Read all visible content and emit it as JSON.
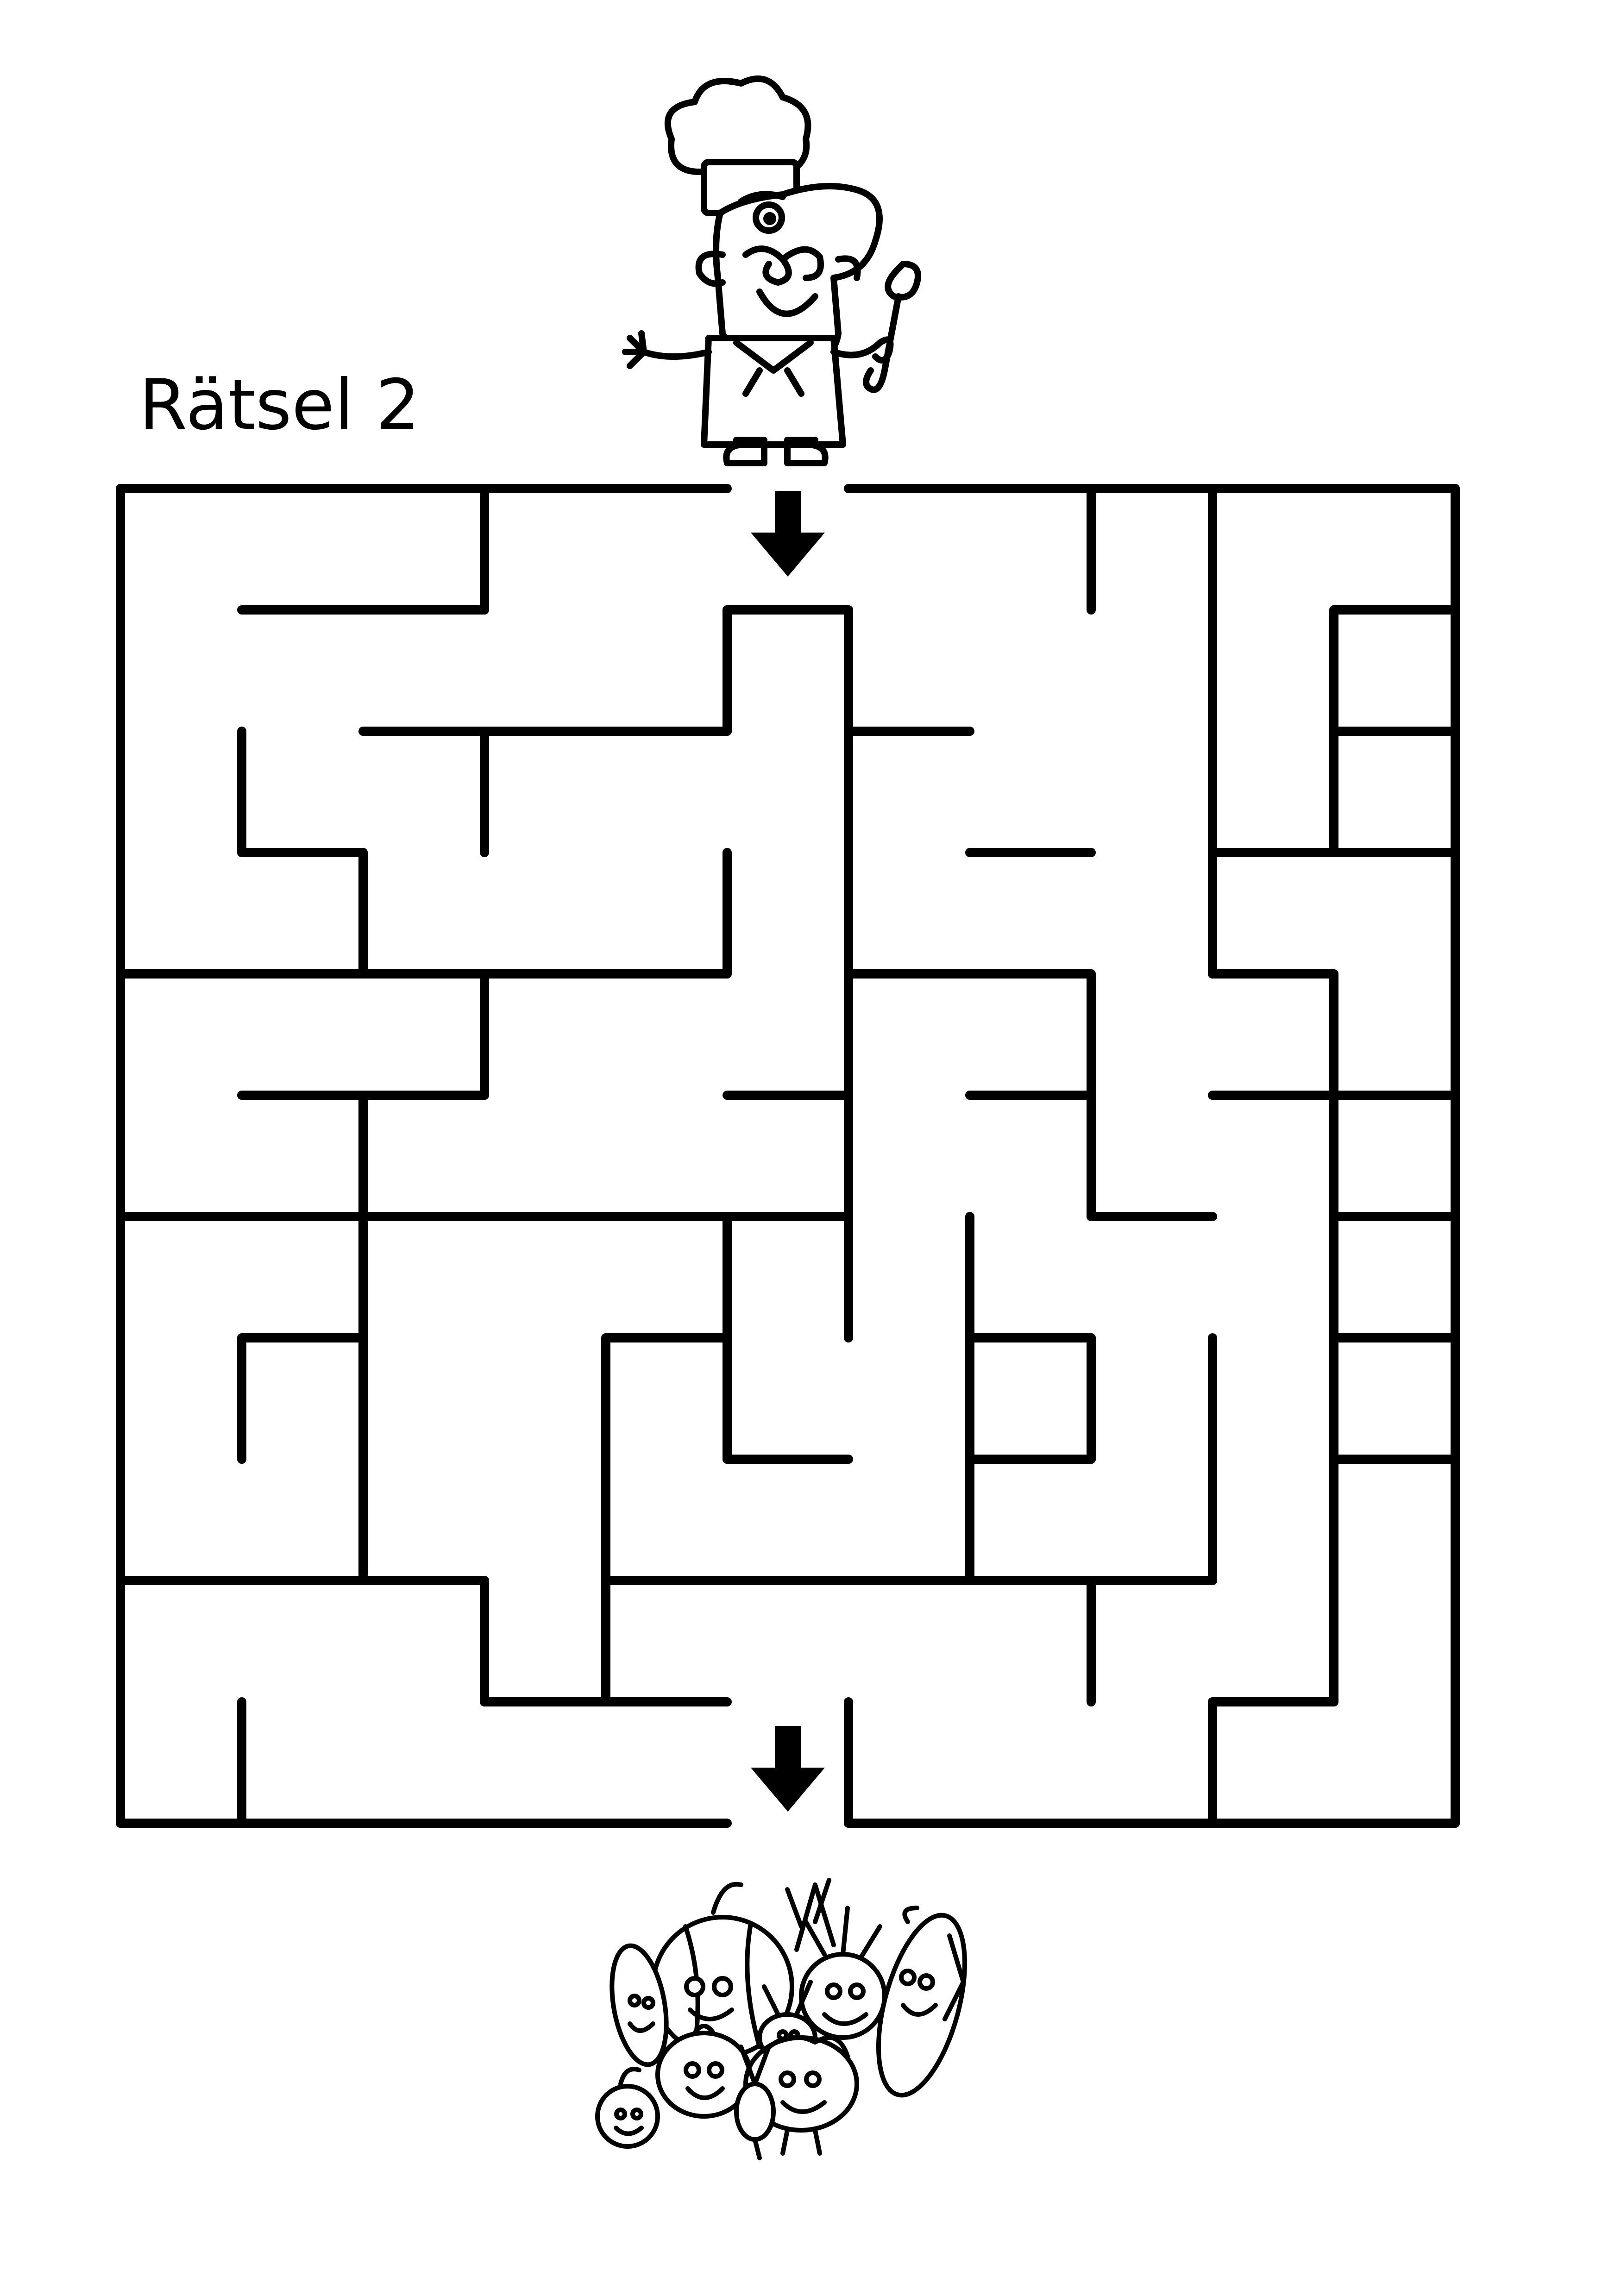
{
  "worksheet": {
    "title": "Rätsel 2"
  },
  "maze": {
    "grid": {
      "cols": 11,
      "rows": 11
    },
    "wall_color": "#000000",
    "entrance": {
      "side": "top",
      "cell": 5,
      "marker": "down-arrow-icon"
    },
    "exit": {
      "side": "bottom",
      "cell": 5,
      "marker": "down-arrow-icon"
    },
    "walls": [
      [
        0,
        0,
        5,
        0
      ],
      [
        6,
        0,
        11,
        0
      ],
      [
        0,
        0,
        0,
        11
      ],
      [
        11,
        0,
        11,
        11
      ],
      [
        0,
        11,
        5,
        11
      ],
      [
        6,
        11,
        11,
        11
      ],
      [
        3,
        0,
        3,
        1
      ],
      [
        1,
        1,
        3,
        1
      ],
      [
        5,
        1,
        6,
        1
      ],
      [
        6,
        1,
        6,
        4
      ],
      [
        5,
        1,
        5,
        2
      ],
      [
        8,
        0,
        8,
        1
      ],
      [
        9,
        0,
        9,
        4
      ],
      [
        10,
        1,
        11,
        1
      ],
      [
        10,
        2,
        11,
        2
      ],
      [
        2,
        2,
        5,
        2
      ],
      [
        3,
        2,
        3,
        3
      ],
      [
        6,
        2,
        7,
        2
      ],
      [
        1,
        2,
        1,
        3
      ],
      [
        1,
        3,
        2,
        3
      ],
      [
        2,
        3,
        2,
        4
      ],
      [
        0,
        4,
        5,
        4
      ],
      [
        5,
        3,
        5,
        4
      ],
      [
        6,
        3,
        6,
        4
      ],
      [
        7,
        3,
        8,
        3
      ],
      [
        10,
        1,
        10,
        3
      ],
      [
        10,
        3,
        11,
        3
      ],
      [
        11,
        3,
        11,
        8
      ],
      [
        9,
        3,
        10,
        3
      ],
      [
        9,
        4,
        10,
        4
      ],
      [
        3,
        4,
        3,
        5
      ],
      [
        6,
        4,
        8,
        4
      ],
      [
        8,
        4,
        8,
        6
      ],
      [
        1,
        5,
        3,
        5
      ],
      [
        5,
        5,
        6,
        5
      ],
      [
        7,
        5,
        8,
        5
      ],
      [
        2,
        5,
        2,
        9
      ],
      [
        6,
        4,
        6,
        7
      ],
      [
        9,
        5,
        11,
        5
      ],
      [
        10,
        4,
        10,
        5
      ],
      [
        8,
        6,
        9,
        6
      ],
      [
        0,
        6,
        2,
        6
      ],
      [
        2,
        6,
        6,
        6
      ],
      [
        10,
        6,
        11,
        6
      ],
      [
        7,
        6,
        7,
        8
      ],
      [
        10,
        5,
        10,
        9
      ],
      [
        10,
        7,
        11,
        7
      ],
      [
        1,
        7,
        2,
        7
      ],
      [
        1,
        7,
        1,
        8
      ],
      [
        4,
        7,
        5,
        7
      ],
      [
        5,
        6,
        5,
        8
      ],
      [
        4,
        7,
        4,
        9
      ],
      [
        7,
        7,
        8,
        7
      ],
      [
        8,
        7,
        8,
        8
      ],
      [
        9,
        7,
        9,
        9
      ],
      [
        10,
        8,
        11,
        8
      ],
      [
        5,
        8,
        6,
        8
      ],
      [
        7,
        8,
        8,
        8
      ],
      [
        7,
        8,
        7,
        9
      ],
      [
        0,
        9,
        3,
        9
      ],
      [
        4,
        9,
        9,
        9
      ],
      [
        3,
        9,
        3,
        10
      ],
      [
        4,
        9,
        4,
        10
      ],
      [
        3,
        10,
        5,
        10
      ],
      [
        8,
        9,
        8,
        10
      ],
      [
        6,
        10,
        6,
        11
      ],
      [
        1,
        10,
        1,
        11
      ],
      [
        9,
        10,
        10,
        10
      ],
      [
        10,
        9,
        10,
        10
      ],
      [
        9,
        10,
        9,
        11
      ]
    ]
  }
}
